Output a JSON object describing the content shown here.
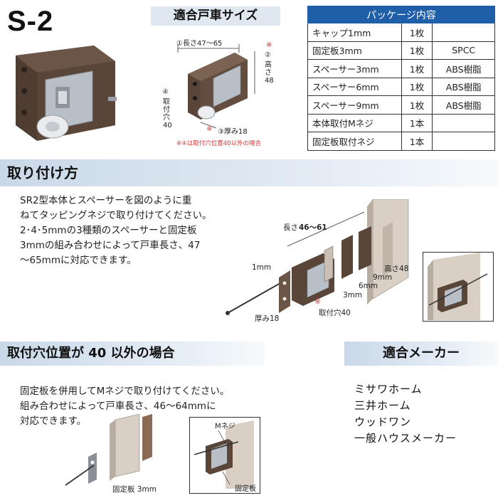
{
  "model": "S-2",
  "size_section": {
    "title": "適合戸車サイズ",
    "labels": {
      "length": "①長さ47～65",
      "height_num": "②",
      "height_text": "高さ48",
      "hole_num": "④",
      "hole_text": "取付穴40",
      "thickness": "③厚み18",
      "note": "※④は取付穴位置40以外の場合",
      "mark": "※"
    }
  },
  "package": {
    "title": "パッケージ内容",
    "rows": [
      {
        "item": "キャップ1mm",
        "qty": "1枚",
        "note": ""
      },
      {
        "item": "固定板3mm",
        "qty": "1枚",
        "note": "SPCC"
      },
      {
        "item": "スペーサー3mm",
        "qty": "1枚",
        "note": "ABS樹脂"
      },
      {
        "item": "スペーサー6mm",
        "qty": "1枚",
        "note": "ABS樹脂"
      },
      {
        "item": "スペーサー9mm",
        "qty": "1枚",
        "note": "ABS樹脂"
      },
      {
        "item": "本体取付Mネジ",
        "qty": "1本",
        "note": ""
      },
      {
        "item": "固定板取付ネジ",
        "qty": "1本",
        "note": ""
      }
    ]
  },
  "install": {
    "title": "取り付け方",
    "text_lines": [
      "SR2型本体とスペーサーを図のように重",
      "ねてタッピングネジで取り付けてください。",
      "2･4･5mmの3種類のスペーサーと固定板",
      "3mmの組み合わせによって戸車長さ、47",
      "～65mmに対応できます。"
    ],
    "labels": {
      "length_prefix": "長さ",
      "length_value": "46～61",
      "cap": "1mm",
      "height": "高さ48",
      "s9": "9mm",
      "s6": "6mm",
      "s3": "3mm",
      "hole": "取付穴40",
      "mark": "※",
      "thickness": "厚み18"
    }
  },
  "other_hole": {
    "title": "取付穴位置が 40 以外の場合",
    "text_lines": [
      "固定板を併用してMネジで取り付けてください。",
      "組み合わせによって戸車長さ、46～64mmに",
      "対応できます。"
    ],
    "labels": {
      "plate": "固定板 3mm",
      "mscrew": "Mネジ",
      "plate2": "固定板"
    }
  },
  "makers": {
    "title": "適合メーカー",
    "items": [
      "ミサワホーム",
      "三井ホーム",
      "ウッドワン",
      "一般ハウスメーカー"
    ]
  },
  "colors": {
    "table_header": "#1f5ea8",
    "bar": "#dfe8f1",
    "product_brown": "#5a4638",
    "metal": "#b9bfc6",
    "wall": "#d9cfc4"
  }
}
